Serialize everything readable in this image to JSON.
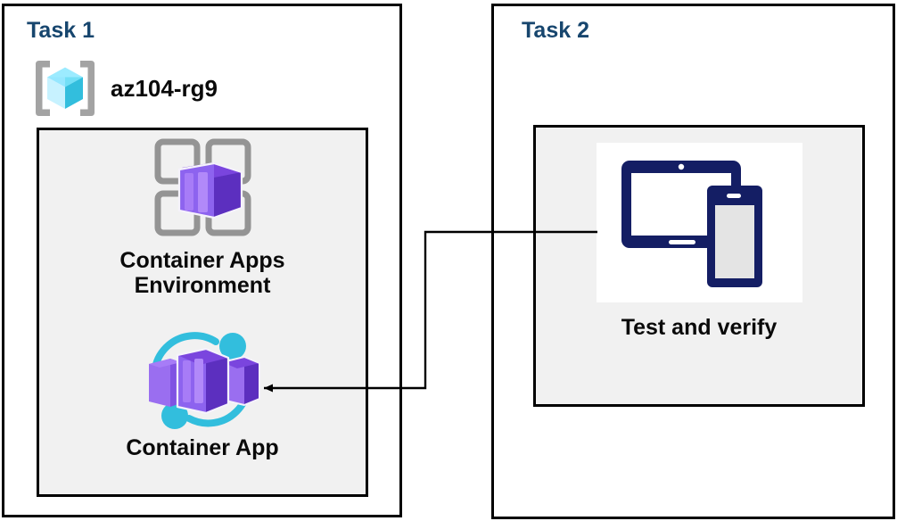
{
  "diagram": {
    "title": "Azure Container Apps task diagram",
    "background": "#ffffff",
    "colors": {
      "task_title": "#17466E",
      "panel_border": "#000000",
      "inner_fill": "#f1f1f1",
      "label_text": "#0a0a0a",
      "connector": "#000000",
      "azure_purple_light": "#9a6ef0",
      "azure_purple_mid": "#8661e6",
      "azure_purple_dark": "#5c2fbf",
      "azure_cyan": "#32bedd",
      "azure_cyan_light": "#9cebff",
      "bracket_gray": "#a3a3a3",
      "grid_gray": "#949494",
      "device_navy": "#141E64",
      "device_screen_gray": "#e4e4e4"
    }
  },
  "task1": {
    "title": "Task 1",
    "resource_group": {
      "icon": "azure-resource-group-icon",
      "label": "az104-rg9"
    },
    "nodes": [
      {
        "id": "container-apps-environment",
        "icon": "container-apps-environment-icon",
        "label": "Container Apps\nEnvironment"
      },
      {
        "id": "container-app",
        "icon": "container-app-icon",
        "label": "Container App"
      }
    ]
  },
  "task2": {
    "title": "Task 2",
    "nodes": [
      {
        "id": "test-and-verify",
        "icon": "devices-tablet-phone-icon",
        "label": "Test and verify"
      }
    ]
  },
  "connector": {
    "id": "test-to-container-app-arrow",
    "from": "test-and-verify",
    "to": "container-app",
    "style": "orthogonal-elbow",
    "arrowhead": "to-container-app",
    "stroke": "#000000",
    "stroke_width": 2
  }
}
